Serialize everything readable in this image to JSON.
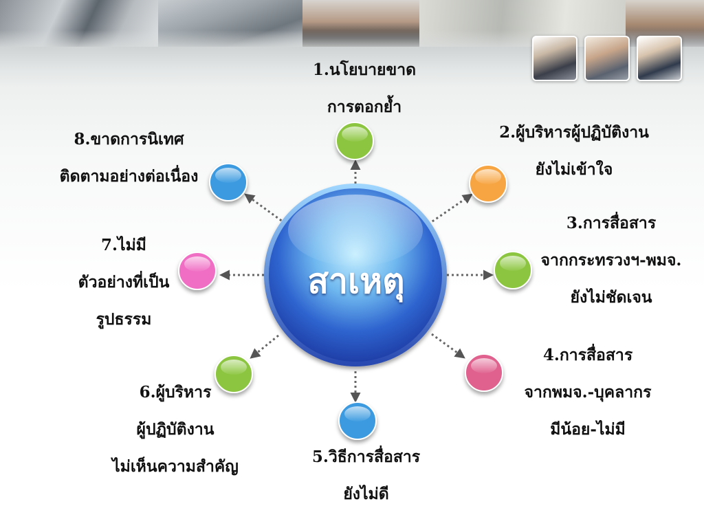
{
  "center": {
    "label": "สาเหตุ"
  },
  "causes": [
    {
      "lines": [
        "1.นโยบายขาด",
        "การตอกย้ำ"
      ],
      "color": "#8cc63f"
    },
    {
      "lines": [
        "2.ผู้บริหารผู้ปฏิบัติงาน",
        "ยังไม่เข้าใจ"
      ],
      "color": "#f7a542"
    },
    {
      "lines": [
        "3.การสื่อสาร",
        "จากกระทรวงฯ-พมจ.",
        "ยังไม่ชัดเจน"
      ],
      "color": "#8cc63f"
    },
    {
      "lines": [
        "4.การสื่อสาร",
        "จากพมจ.-บุคลากร",
        "มีน้อย-ไม่มี"
      ],
      "color": "#e0608e"
    },
    {
      "lines": [
        "5.วิธีการสื่อสาร",
        "ยังไม่ดี"
      ],
      "color": "#3a9ae0"
    },
    {
      "lines": [
        "6.ผู้บริหาร",
        "ผู้ปฏิบัติงาน",
        "ไม่เห็นความสำคัญ"
      ],
      "color": "#8cc63f"
    },
    {
      "lines": [
        "7.ไม่มี",
        "ตัวอย่างที่เป็น",
        "รูปธรรม"
      ],
      "color": "#f06ec4"
    },
    {
      "lines": [
        "8.ขาดการนิเทศ",
        "ติดตามอย่างต่อเนื่อง"
      ],
      "color": "#3a9ae0"
    }
  ]
}
